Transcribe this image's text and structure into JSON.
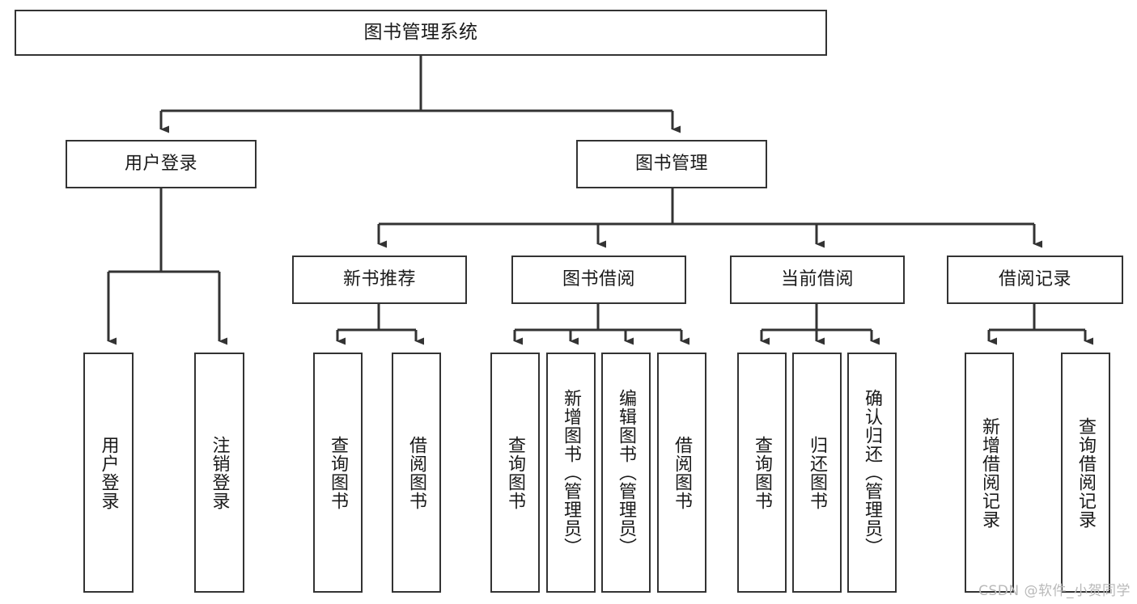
{
  "diagram": {
    "title": "图书管理系统",
    "type": "tree-hierarchy",
    "background_color": "#ffffff",
    "line_color": "#333333",
    "box_border_color": "#333333",
    "text_color": "#1a1a1a"
  },
  "nodes": {
    "root": {
      "label": "图书管理系统"
    },
    "level2": [
      {
        "label": "用户登录"
      },
      {
        "label": "图书管理"
      }
    ],
    "level3": [
      {
        "label": "新书推荐"
      },
      {
        "label": "图书借阅"
      },
      {
        "label": "当前借阅"
      },
      {
        "label": "借阅记录"
      }
    ],
    "leaves_user_login": [
      {
        "label": "用户登录"
      },
      {
        "label": "注销登录"
      }
    ],
    "leaves_new_book": [
      {
        "label": "查询图书"
      },
      {
        "label": "借阅图书"
      }
    ],
    "leaves_book_borrow": [
      {
        "label": "查询图书"
      },
      {
        "label": "新增图书（管理员）"
      },
      {
        "label": "编辑图书（管理员）"
      },
      {
        "label": "借阅图书"
      }
    ],
    "leaves_current_borrow": [
      {
        "label": "查询图书"
      },
      {
        "label": "归还图书"
      },
      {
        "label": "确认归还（管理员）"
      }
    ],
    "leaves_borrow_record": [
      {
        "label": "新增借阅记录"
      },
      {
        "label": "查询借阅记录"
      }
    ]
  },
  "watermark": {
    "text": "CSDN @软件_小贺同学"
  }
}
